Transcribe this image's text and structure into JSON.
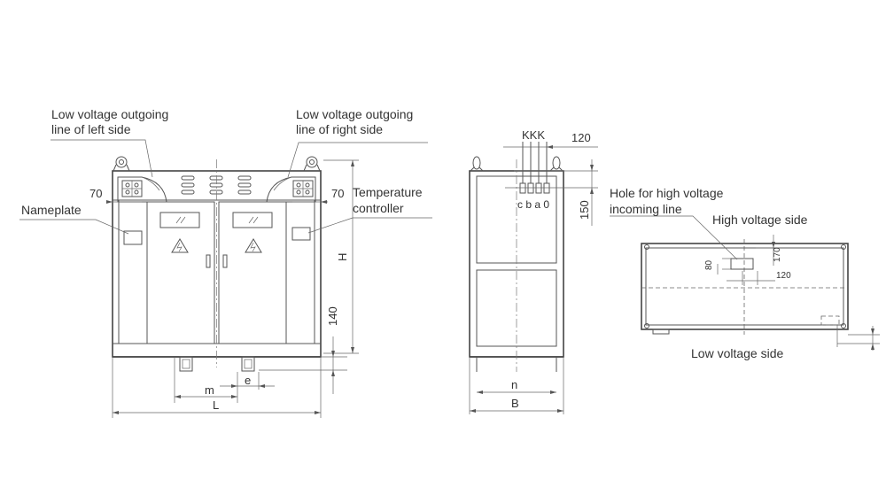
{
  "front_view": {
    "label_lv_left": [
      "Low voltage outgoing",
      "line of left side"
    ],
    "label_lv_right": [
      "Low voltage outgoing",
      "line of right side"
    ],
    "label_nameplate": "Nameplate",
    "label_temp_controller": [
      "Temperature",
      "controller"
    ],
    "dim_70_left": "70",
    "dim_70_right": "70",
    "dim_H": "H",
    "dim_140": "140",
    "dim_m": "m",
    "dim_e": "e",
    "dim_L": "L"
  },
  "side_view": {
    "label_kkk": "KKK",
    "dim_120": "120",
    "dim_150": "150",
    "terminals": "c b a 0",
    "dim_n": "n",
    "dim_B": "B"
  },
  "top_view": {
    "label_hole": [
      "Hole for high voltage",
      "incoming line"
    ],
    "label_hv_side": "High voltage side",
    "label_lv_side": "Low voltage side",
    "dim_170": "170",
    "dim_80": "80",
    "dim_120": "120"
  }
}
